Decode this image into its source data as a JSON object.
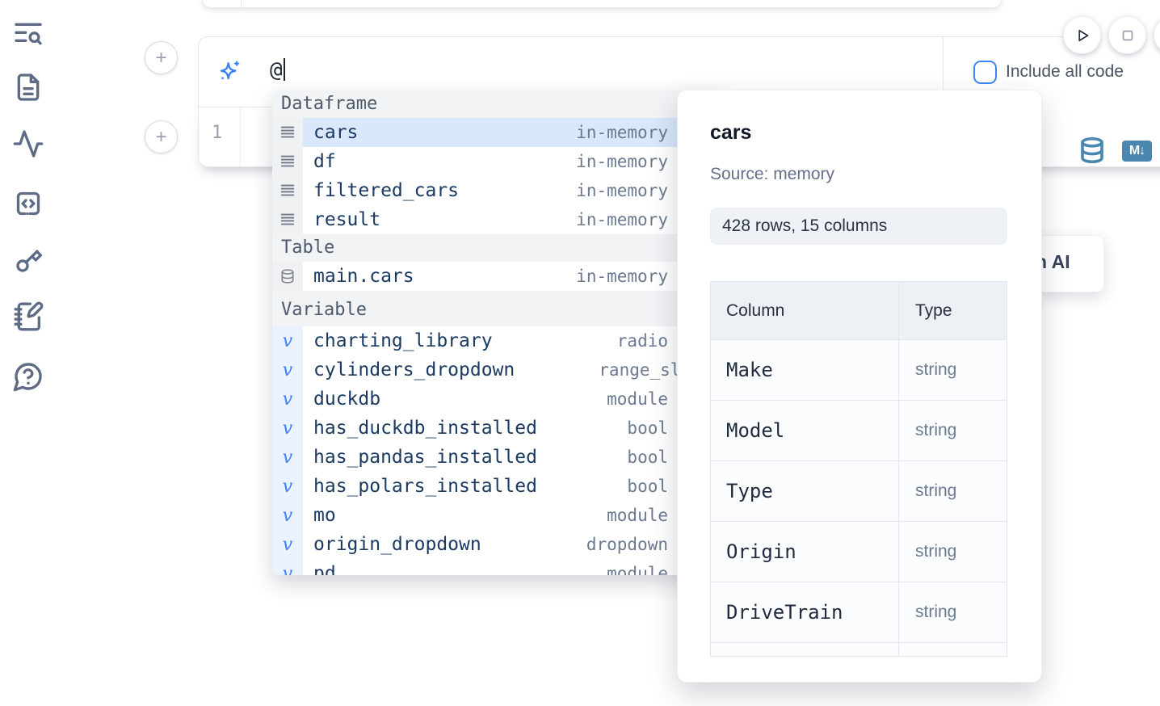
{
  "sidebar": {
    "items": [
      {
        "icon": "list-search"
      },
      {
        "icon": "file-text"
      },
      {
        "icon": "activity"
      },
      {
        "icon": "code-snippet"
      },
      {
        "icon": "key"
      },
      {
        "icon": "notebook-pen"
      },
      {
        "icon": "help-chat"
      }
    ]
  },
  "add_cell_buttons": {
    "plus_top": "+",
    "plus_bottom": "+"
  },
  "ai_cell": {
    "prompt_text": "@",
    "include_all_code_label": "Include all code",
    "checkbox_checked": false
  },
  "run_controls": {
    "buttons": [
      {
        "icon": "play"
      },
      {
        "icon": "stop"
      },
      {
        "icon": "partial-hidden"
      }
    ]
  },
  "code_cell": {
    "line_number": "1",
    "actions": {
      "database_icon": "database",
      "markdown_badge": "M↓"
    }
  },
  "autocomplete": {
    "sections": [
      {
        "label": "Dataframe",
        "kind": "dataframe",
        "items": [
          {
            "name": "cars",
            "type": "in-memory",
            "icon": "rows",
            "selected": true
          },
          {
            "name": "df",
            "type": "in-memory",
            "icon": "rows"
          },
          {
            "name": "filtered_cars",
            "type": "in-memory",
            "icon": "rows"
          },
          {
            "name": "result",
            "type": "in-memory",
            "icon": "rows"
          }
        ]
      },
      {
        "label": "Table",
        "kind": "table",
        "items": [
          {
            "name": "main.cars",
            "type": "in-memory",
            "icon": "database"
          }
        ]
      },
      {
        "label": "Variable",
        "kind": "variable",
        "items": [
          {
            "name": "charting_library",
            "type": "radio",
            "icon": "variable"
          },
          {
            "name": "cylinders_dropdown",
            "type": "range_slider",
            "icon": "variable",
            "type_overflow": true
          },
          {
            "name": "duckdb",
            "type": "module",
            "icon": "variable"
          },
          {
            "name": "has_duckdb_installed",
            "type": "bool",
            "icon": "variable"
          },
          {
            "name": "has_pandas_installed",
            "type": "bool",
            "icon": "variable"
          },
          {
            "name": "has_polars_installed",
            "type": "bool",
            "icon": "variable"
          },
          {
            "name": "mo",
            "type": "module",
            "icon": "variable"
          },
          {
            "name": "origin_dropdown",
            "type": "dropdown",
            "icon": "variable"
          },
          {
            "name": "pd",
            "type": "module",
            "icon": "variable",
            "partial": true
          }
        ]
      }
    ]
  },
  "preview_panel": {
    "title": "cars",
    "source": "Source: memory",
    "shape_badge": "428 rows, 15 columns",
    "table": {
      "headers": [
        "Column",
        "Type"
      ],
      "rows": [
        [
          "Make",
          "string"
        ],
        [
          "Model",
          "string"
        ],
        [
          "Type",
          "string"
        ],
        [
          "Origin",
          "string"
        ],
        [
          "DriveTrain",
          "string"
        ]
      ],
      "partial_row": true
    }
  },
  "ai_card": {
    "label_visible": "h AI"
  },
  "colors": {
    "accent_blue": "#3b82f6",
    "steel_blue": "#4a87ae",
    "selection": "#d9e8fb"
  }
}
